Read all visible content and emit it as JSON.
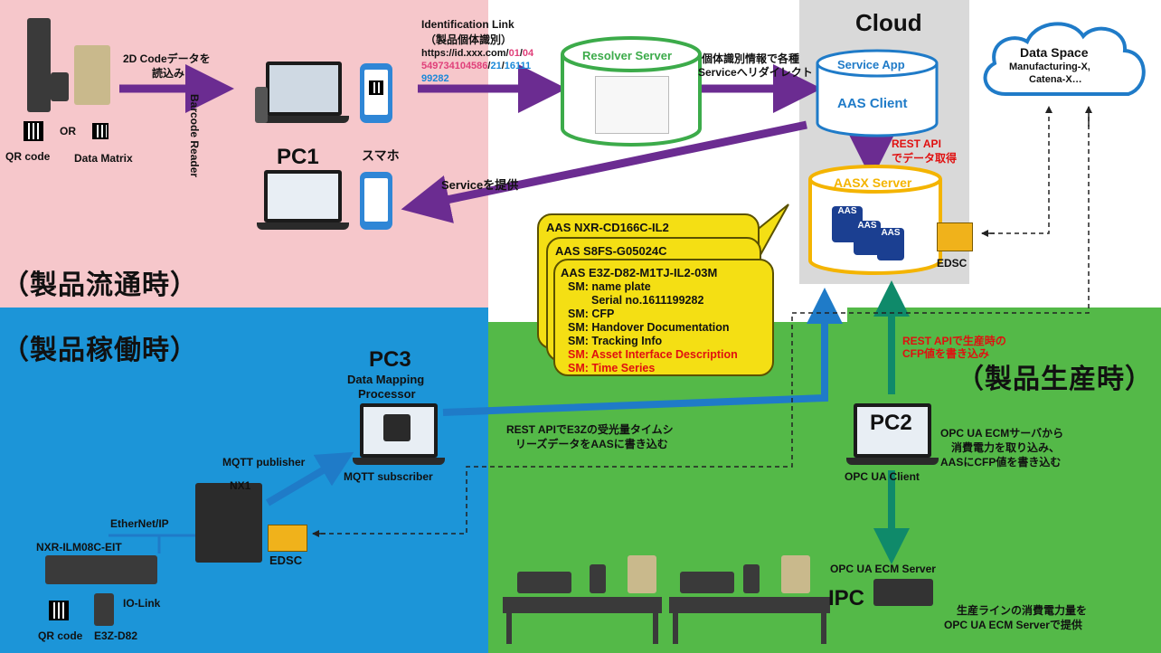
{
  "regions": {
    "distribution": {
      "label": "（製品流通時）",
      "color": "#f6c7cb"
    },
    "operation": {
      "label": "（製品稼働時）",
      "color": "#1c95d8"
    },
    "production": {
      "label": "（製品生産時）",
      "color": "#54b948"
    },
    "cloud": {
      "label": "Cloud",
      "color": "#d9d9d9"
    }
  },
  "top_left": {
    "qr_label": "QR code",
    "or_label": "OR",
    "dm_label": "Data Matrix",
    "read_label_line1": "2D Codeデータを",
    "read_label_line2": "読込み",
    "barcode_reader": "Barcode Reader",
    "pc1": "PC1",
    "smartphone": "スマホ",
    "service_provide": "Serviceを提供"
  },
  "identification": {
    "title": "Identification Link",
    "subtitle": "（製品個体識別）",
    "url_prefix": "https://id.xxx.com/",
    "url_part1": "01",
    "url_sep1": "/",
    "url_part2": "04",
    "url_part3": "549734104586",
    "url_sep2": "/",
    "url_part4": "21",
    "url_sep3": "/",
    "url_part5": "16111",
    "url_part6": "99282"
  },
  "resolver": {
    "name": "Resolver Server",
    "redirect_line1": "個体識別情報で各種",
    "redirect_line2": "Serviceへリダイレクト"
  },
  "cloud": {
    "service_app": "Service App",
    "aas_client": "AAS Client",
    "rest_api_line1": "REST API",
    "rest_api_line2": "でデータ取得",
    "aasx_server": "AASX Server",
    "aas_badge": "AAS",
    "edsc": "EDSC"
  },
  "data_space": {
    "title": "Data Space",
    "line2": "Manufacturing-X,",
    "line3": "Catena-X…"
  },
  "aas_cards": {
    "card1": "AAS NXR-CD166C-IL2",
    "card2": "AAS S8FS-G05024C",
    "card3": "AAS E3Z-D82-M1TJ-IL2-03M",
    "submodels": [
      {
        "text": "SM: name plate",
        "red": false
      },
      {
        "text": "Serial no.1611199282",
        "red": false,
        "indent": true
      },
      {
        "text": "SM: CFP",
        "red": false
      },
      {
        "text": "SM: Handover Documentation",
        "red": false
      },
      {
        "text": "SM: Tracking Info",
        "red": false
      },
      {
        "text": "SM: Asset Interface Description",
        "red": true
      },
      {
        "text": "SM: Time Series",
        "red": true
      }
    ]
  },
  "operation": {
    "pc3": "PC3",
    "dmp_line1": "Data Mapping",
    "dmp_line2": "Processor",
    "mqtt_publisher": "MQTT publisher",
    "mqtt_subscriber": "MQTT subscriber",
    "nx1": "NX1",
    "ethernet": "EtherNet/IP",
    "nxr": "NXR-ILM08C-EIT",
    "io_link": "IO-Link",
    "qr_code": "QR code",
    "e3z": "E3Z-D82",
    "edsc": "EDSC",
    "rest_note_line1": "REST APIでE3Zの受光量タイムシ",
    "rest_note_line2": "リーズデータをAASに書き込む"
  },
  "production": {
    "rest_write_line1": "REST APIで生産時の",
    "rest_write_line2": "CFP値を書き込み",
    "pc2": "PC2",
    "opc_client": "OPC UA Client",
    "pc2_desc_line1": "OPC UA ECMサーバから",
    "pc2_desc_line2": "消費電力を取り込み、",
    "pc2_desc_line3": "AASにCFP値を書き込む",
    "ecm_server": "OPC UA ECM Server",
    "ipc": "IPC",
    "ipc_desc_line1": "生産ラインの消費電力量を",
    "ipc_desc_line2": "OPC UA ECM Serverで提供"
  },
  "colors": {
    "purple_arrow": "#6b2c91",
    "blue_arrow": "#1f7bc8",
    "teal_arrow": "#0f8a6a",
    "card_yellow": "#f4df14",
    "aasx_border": "#f4b400",
    "url_pink": "#e0407a",
    "url_blue": "#1a88d8"
  }
}
